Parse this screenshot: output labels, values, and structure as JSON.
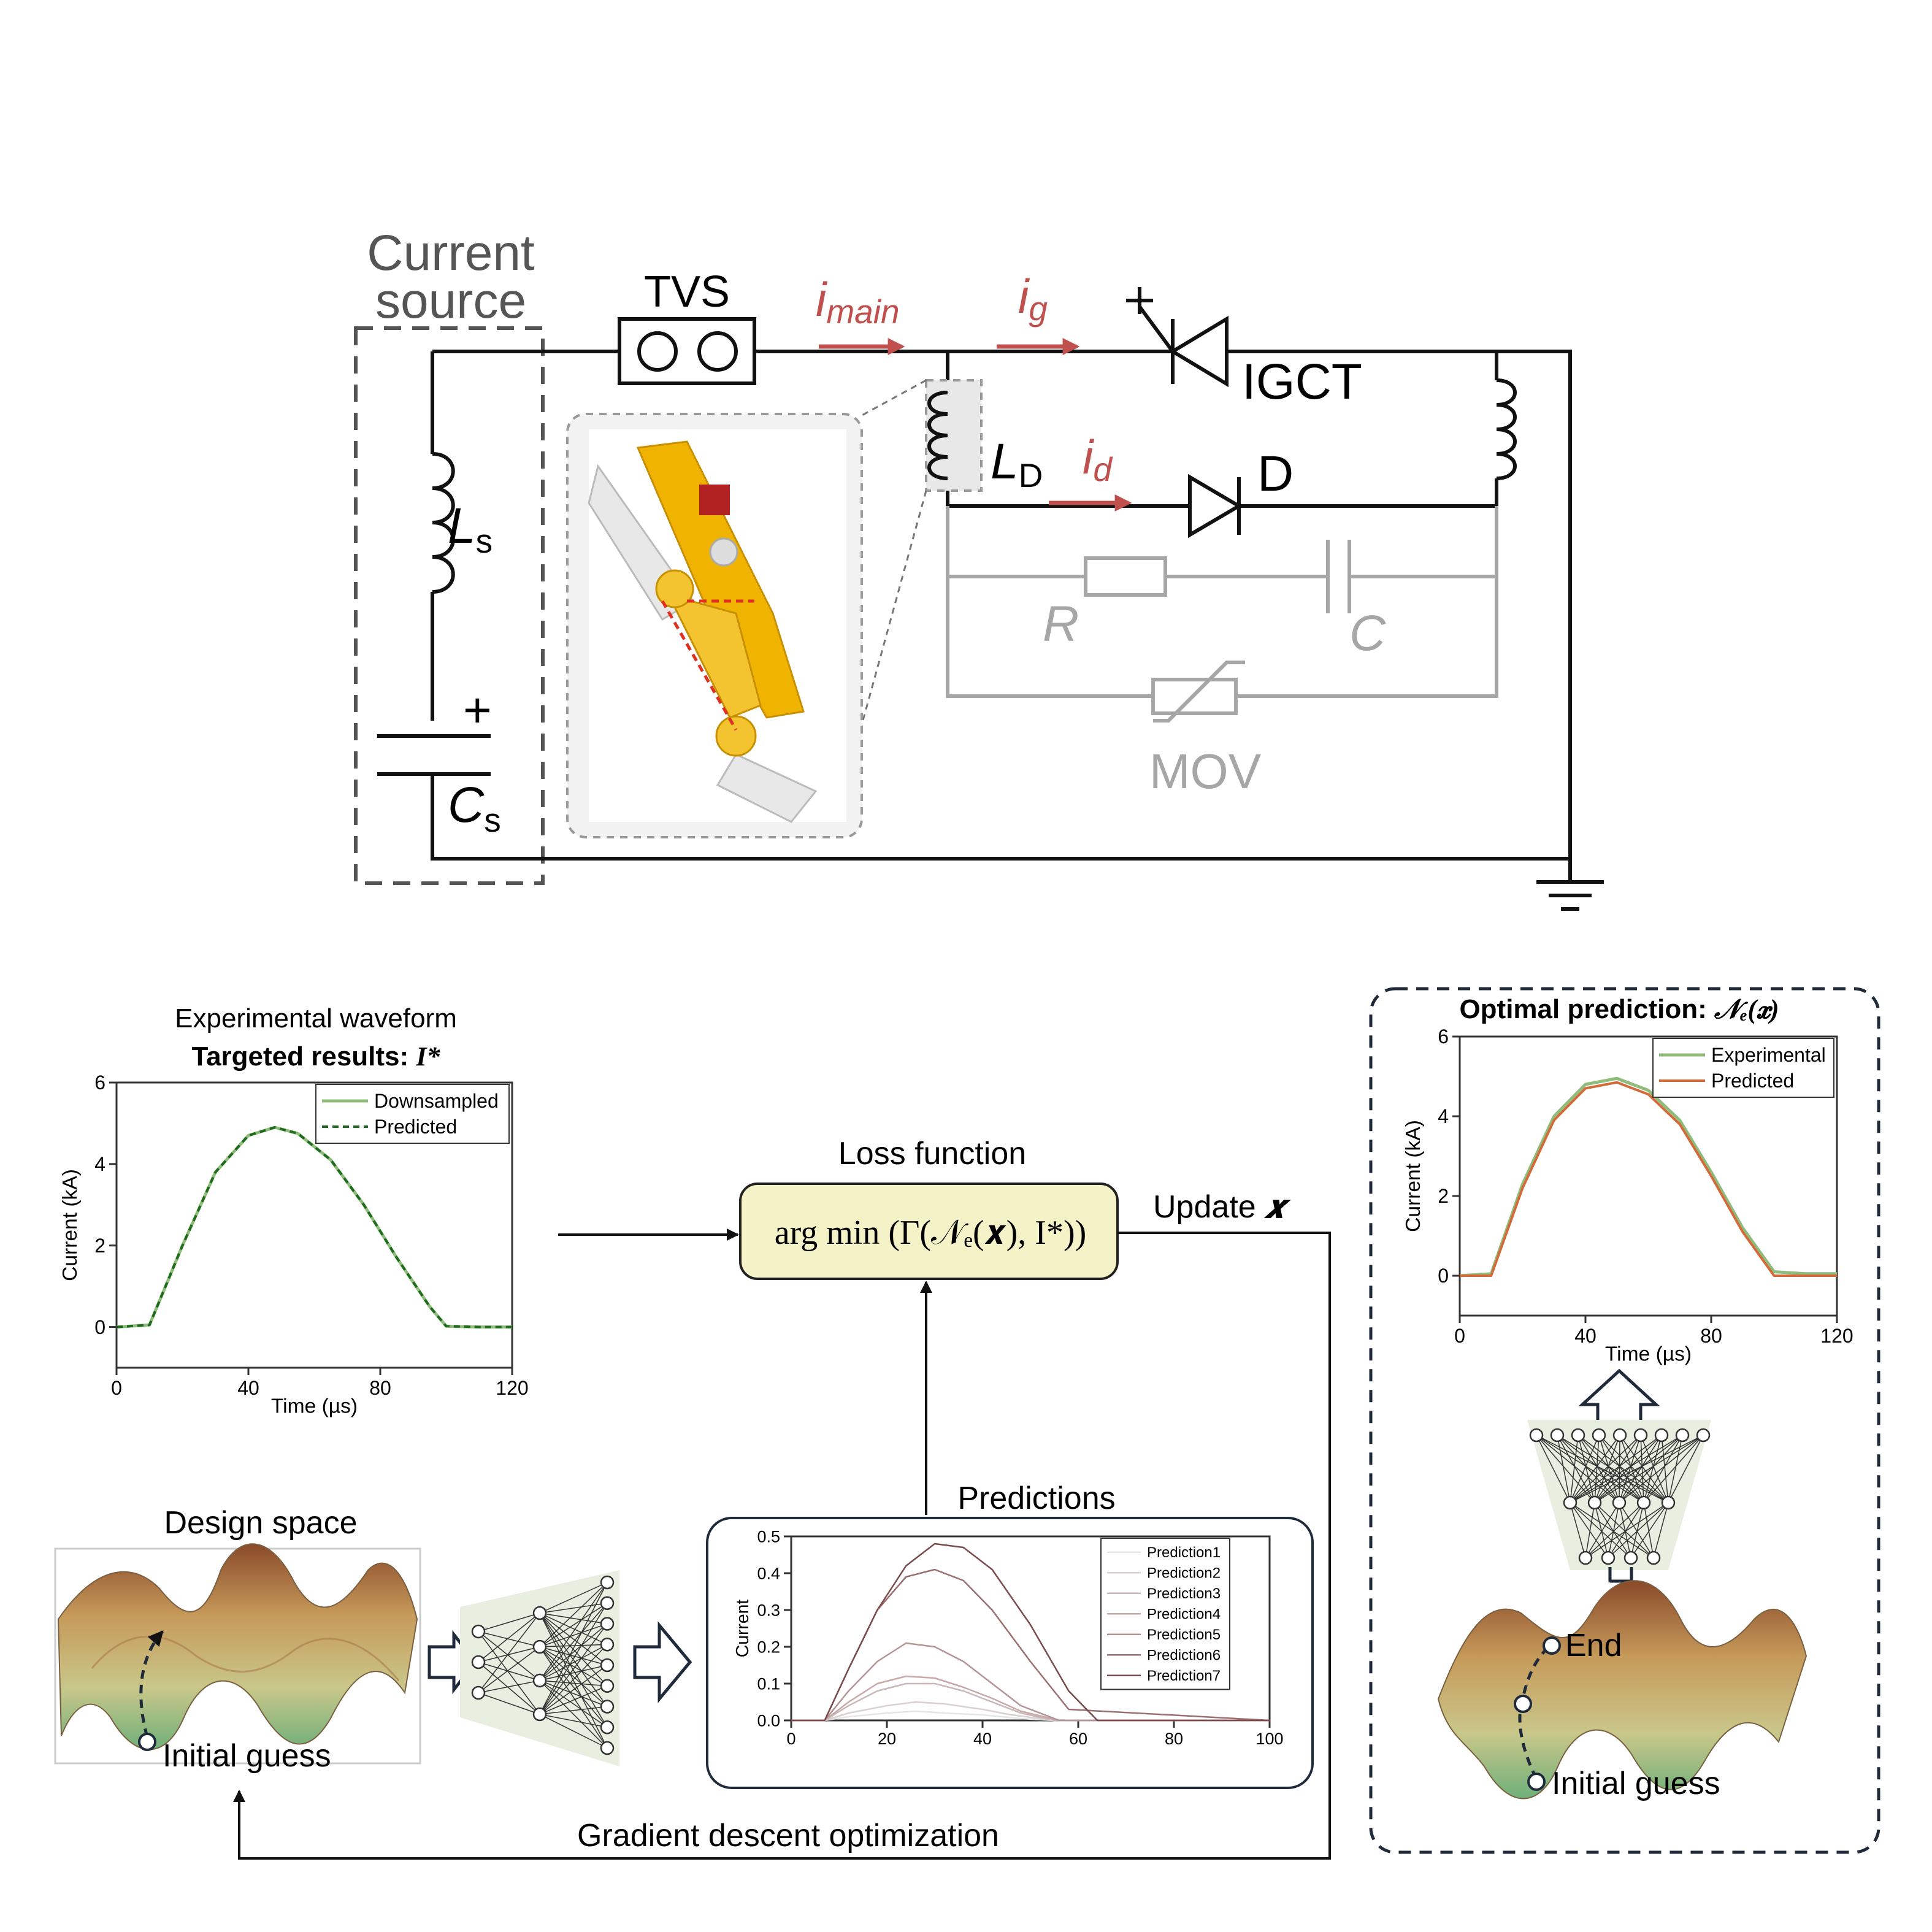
{
  "circuit": {
    "current_source": [
      "Current",
      "source"
    ],
    "tvs": "TVS",
    "i_main": {
      "base": "i",
      "sub": "main"
    },
    "i_g": {
      "base": "i",
      "sub": "g"
    },
    "i_d": {
      "base": "i",
      "sub": "d"
    },
    "igct": "IGCT",
    "ld": {
      "base": "L",
      "sub": "D"
    },
    "d": "D",
    "ls": {
      "base": "L",
      "sub": "s"
    },
    "cs": {
      "base": "C",
      "sub": "s"
    },
    "r": "R",
    "c": "C",
    "mov": "MOV",
    "plus": "+"
  },
  "colors": {
    "current_arrow": "#c0504d",
    "wire": "#111111",
    "snubber": "#a6a6a6",
    "green": "#8fbc7a",
    "dark_green": "#1d6b1d",
    "orange": "#d46a3a",
    "box_fill": "#f4f3c8"
  },
  "exp": {
    "title": "Experimental waveform",
    "subtitle_bold": "Targeted results: ",
    "subtitle_math": "I*"
  },
  "loss": {
    "title": "Loss function",
    "formula": "arg  min  (Γ(𝒩ₑ(𝒙), I*))",
    "update_text": "Update ",
    "update_var": "𝒙"
  },
  "optimal": {
    "title_bold": "Optimal prediction: ",
    "title_math": "𝒩ₑ(𝒙)"
  },
  "design_space": {
    "title": "Design space",
    "initial": "Initial guess"
  },
  "right_surface": {
    "end": "End",
    "initial": "Initial guess"
  },
  "predictions": {
    "title": "Predictions"
  },
  "gradient": {
    "label": "Gradient descent optimization"
  },
  "chart_data": [
    {
      "type": "line",
      "xlabel": "Time (µs)",
      "ylabel": "Current (kA)",
      "xlim": [
        0,
        120
      ],
      "ylim": [
        -1,
        6
      ],
      "xticks": [
        0,
        40,
        80,
        120
      ],
      "yticks": [
        0,
        2,
        4,
        6
      ],
      "legend_position": "top-right",
      "series": [
        {
          "name": "Downsampled",
          "x": [
            0,
            10,
            20,
            30,
            40,
            48,
            55,
            65,
            75,
            85,
            95,
            100,
            110,
            120
          ],
          "values": [
            0,
            0.05,
            2.0,
            3.8,
            4.7,
            4.9,
            4.75,
            4.1,
            3.0,
            1.7,
            0.5,
            0.02,
            0.0,
            0.0
          ]
        },
        {
          "name": "Predicted",
          "x": [
            0,
            10,
            20,
            30,
            40,
            48,
            55,
            65,
            75,
            85,
            95,
            100,
            110,
            120
          ],
          "values": [
            0,
            0.05,
            2.0,
            3.8,
            4.7,
            4.9,
            4.75,
            4.1,
            3.0,
            1.7,
            0.5,
            0.02,
            0.0,
            0.0
          ]
        }
      ]
    },
    {
      "type": "line",
      "xlabel": "Time (µs)",
      "ylabel": "Current (kA)",
      "xlim": [
        0,
        120
      ],
      "ylim": [
        -1,
        6
      ],
      "xticks": [
        0,
        40,
        80,
        120
      ],
      "yticks": [
        0,
        2,
        4,
        6
      ],
      "legend_position": "top-right",
      "series": [
        {
          "name": "Experimental",
          "x": [
            0,
            10,
            20,
            30,
            40,
            50,
            60,
            70,
            80,
            90,
            100,
            110,
            120
          ],
          "values": [
            0,
            0.05,
            2.3,
            4.0,
            4.8,
            4.95,
            4.65,
            3.9,
            2.6,
            1.2,
            0.1,
            0.05,
            0.05
          ]
        },
        {
          "name": "Predicted",
          "x": [
            0,
            10,
            20,
            30,
            40,
            50,
            60,
            70,
            80,
            90,
            100,
            110,
            120
          ],
          "values": [
            0,
            0.0,
            2.2,
            3.9,
            4.7,
            4.85,
            4.55,
            3.8,
            2.5,
            1.1,
            0.0,
            0.0,
            0.0
          ]
        }
      ]
    },
    {
      "type": "line",
      "xlabel": "",
      "ylabel": "Current",
      "xlim": [
        0,
        100
      ],
      "ylim": [
        0,
        0.5
      ],
      "xticks": [
        0,
        20,
        40,
        60,
        80,
        100
      ],
      "yticks": [
        0.0,
        0.1,
        0.2,
        0.3,
        0.4,
        0.5
      ],
      "legend_position": "top-right",
      "series": [
        {
          "name": "Prediction1",
          "x": [
            0,
            7,
            12,
            20,
            26,
            32,
            40,
            44,
            48,
            55,
            100
          ],
          "values": [
            0,
            0,
            0.01,
            0.02,
            0.025,
            0.02,
            0.015,
            0.01,
            0.005,
            0,
            0
          ]
        },
        {
          "name": "Prediction2",
          "x": [
            0,
            7,
            12,
            20,
            26,
            32,
            40,
            46,
            52,
            58,
            100
          ],
          "values": [
            0,
            0,
            0.02,
            0.04,
            0.05,
            0.045,
            0.03,
            0.015,
            0.005,
            0,
            0
          ]
        },
        {
          "name": "Prediction3",
          "x": [
            0,
            7,
            12,
            18,
            24,
            30,
            36,
            42,
            48,
            55,
            100
          ],
          "values": [
            0,
            0,
            0.04,
            0.08,
            0.1,
            0.1,
            0.08,
            0.05,
            0.02,
            0,
            0
          ]
        },
        {
          "name": "Prediction4",
          "x": [
            0,
            7,
            12,
            18,
            24,
            30,
            36,
            42,
            48,
            56,
            100
          ],
          "values": [
            0,
            0,
            0.05,
            0.1,
            0.12,
            0.115,
            0.09,
            0.06,
            0.025,
            0,
            0
          ]
        },
        {
          "name": "Prediction5",
          "x": [
            0,
            7,
            12,
            18,
            24,
            30,
            36,
            42,
            48,
            56,
            100
          ],
          "values": [
            0,
            0,
            0.08,
            0.16,
            0.21,
            0.2,
            0.16,
            0.1,
            0.04,
            0,
            0
          ]
        },
        {
          "name": "Prediction6",
          "x": [
            0,
            7,
            12,
            18,
            24,
            30,
            36,
            42,
            50,
            58,
            100
          ],
          "values": [
            0,
            0,
            0.14,
            0.3,
            0.39,
            0.41,
            0.38,
            0.3,
            0.16,
            0.03,
            0
          ]
        },
        {
          "name": "Prediction7",
          "x": [
            0,
            7,
            12,
            18,
            24,
            30,
            36,
            42,
            50,
            58,
            64,
            100
          ],
          "values": [
            0,
            0,
            0.14,
            0.3,
            0.42,
            0.48,
            0.47,
            0.41,
            0.26,
            0.08,
            0.0,
            0
          ]
        }
      ]
    }
  ]
}
